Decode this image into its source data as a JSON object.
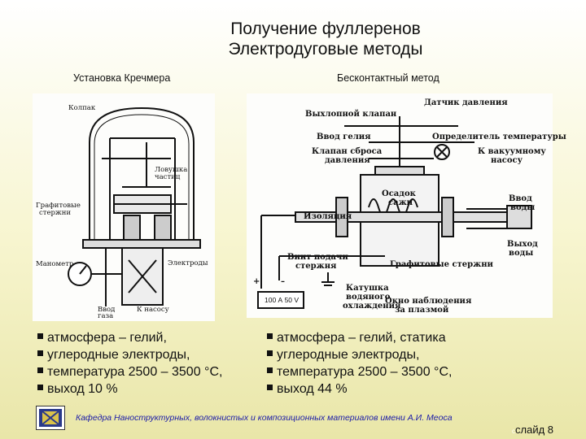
{
  "title": {
    "line1": "Получение фуллеренов",
    "line2": "Электродуговые методы"
  },
  "left": {
    "subtitle": "Установка Кречмера",
    "diagram_labels": {
      "cap": "Колпак",
      "trap": "Ловушка",
      "trap2": "частиц",
      "graphite": "Графитовые",
      "graphite2": "стержни",
      "electrodes": "Электроды",
      "manometer": "Манометр",
      "water_in": "Ввод",
      "water_in2": "газа",
      "pump": "К насосу"
    },
    "bullets": [
      "атмосфера – гелий,",
      "углеродные электроды,",
      " температура 2500 – 3500 °С,",
      " выход 10 %"
    ]
  },
  "right": {
    "subtitle": "Бесконтактный метод",
    "diagram_labels": {
      "exhaust": "Выхлопной клапан",
      "pressure": "Датчик давления",
      "helium": "Ввод гелия",
      "temp": "Определитель температуры",
      "relief": "Клапан сброса",
      "relief2": "давления",
      "vacuum": "К вакуумному",
      "vacuum2": "насосу",
      "soot": "Осадок",
      "soot2": "сажи",
      "water_in": "Ввод",
      "water_in2": "воды",
      "insulation": "Изоляция",
      "water_out": "Выход",
      "water_out2": "воды",
      "screw": "Винт подачи",
      "screw2": "стержня",
      "rod": "Графитовые стержни",
      "coil": "Катушка",
      "coil2": "водяного",
      "coil3": "охлаждения",
      "window": "Окно наблюдения",
      "window2": "за плазмой",
      "power": "100 А 50 V",
      "plus": "+",
      "minus": "–"
    },
    "bullets": [
      "атмосфера – гелий, статика",
      "углеродные электроды,",
      " температура 2500 – 3500 °С,",
      " выход 44 %"
    ]
  },
  "footer": {
    "text": "Кафедра Наноструктурных, волокнистых и композиционных материалов имени А.И. Меоса",
    "slide_prefix": "с",
    "slide": "слайд 8"
  }
}
